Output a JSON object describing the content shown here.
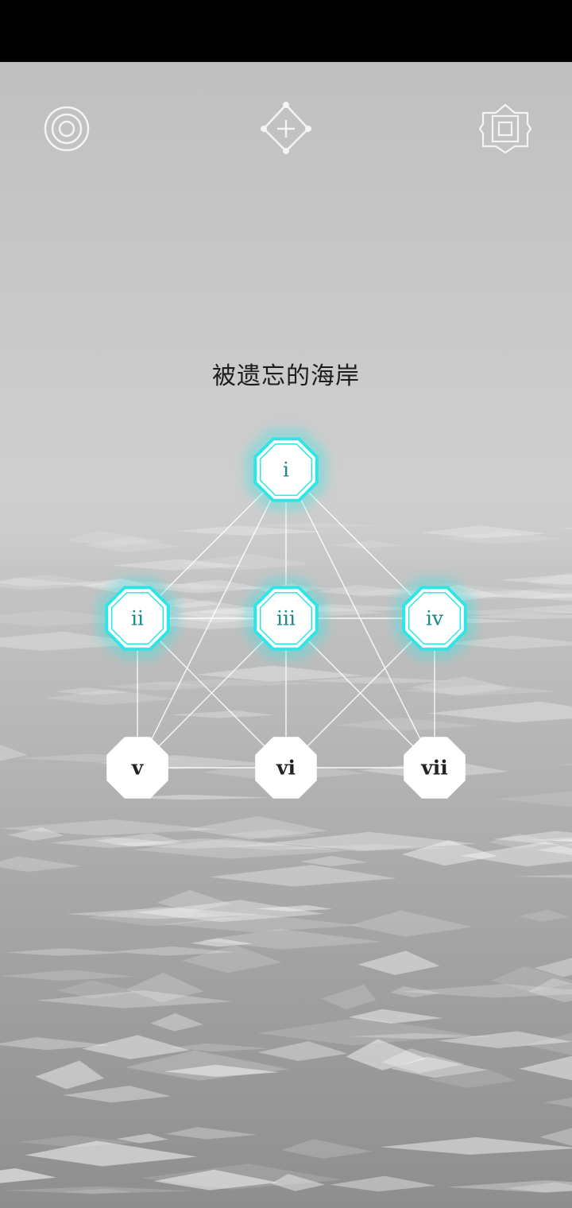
{
  "toolbar": {
    "left_icon": "concentric-circles-icon",
    "center_icon": "diamond-plus-icon",
    "right_icon": "octagon-square-icon"
  },
  "level": {
    "title": "被遗忘的海岸"
  },
  "colors": {
    "active_stroke": "#2ee6e6",
    "active_text": "#138a8a",
    "inactive_text": "#222222",
    "link": "#ffffff"
  },
  "nodes": [
    {
      "id": "i",
      "label": "i",
      "active": true
    },
    {
      "id": "ii",
      "label": "ii",
      "active": true
    },
    {
      "id": "iii",
      "label": "iii",
      "active": true
    },
    {
      "id": "iv",
      "label": "iv",
      "active": true
    },
    {
      "id": "v",
      "label": "v",
      "active": false
    },
    {
      "id": "vi",
      "label": "vi",
      "active": false
    },
    {
      "id": "vii",
      "label": "vii",
      "active": false
    }
  ],
  "links": [
    [
      "i",
      "ii"
    ],
    [
      "i",
      "iii"
    ],
    [
      "i",
      "iv"
    ],
    [
      "i",
      "v"
    ],
    [
      "i",
      "vii"
    ],
    [
      "ii",
      "iii"
    ],
    [
      "iii",
      "iv"
    ],
    [
      "ii",
      "v"
    ],
    [
      "ii",
      "vi"
    ],
    [
      "iii",
      "v"
    ],
    [
      "iii",
      "vi"
    ],
    [
      "iii",
      "vii"
    ],
    [
      "iv",
      "vi"
    ],
    [
      "iv",
      "vii"
    ],
    [
      "v",
      "vi"
    ],
    [
      "vi",
      "vii"
    ]
  ]
}
